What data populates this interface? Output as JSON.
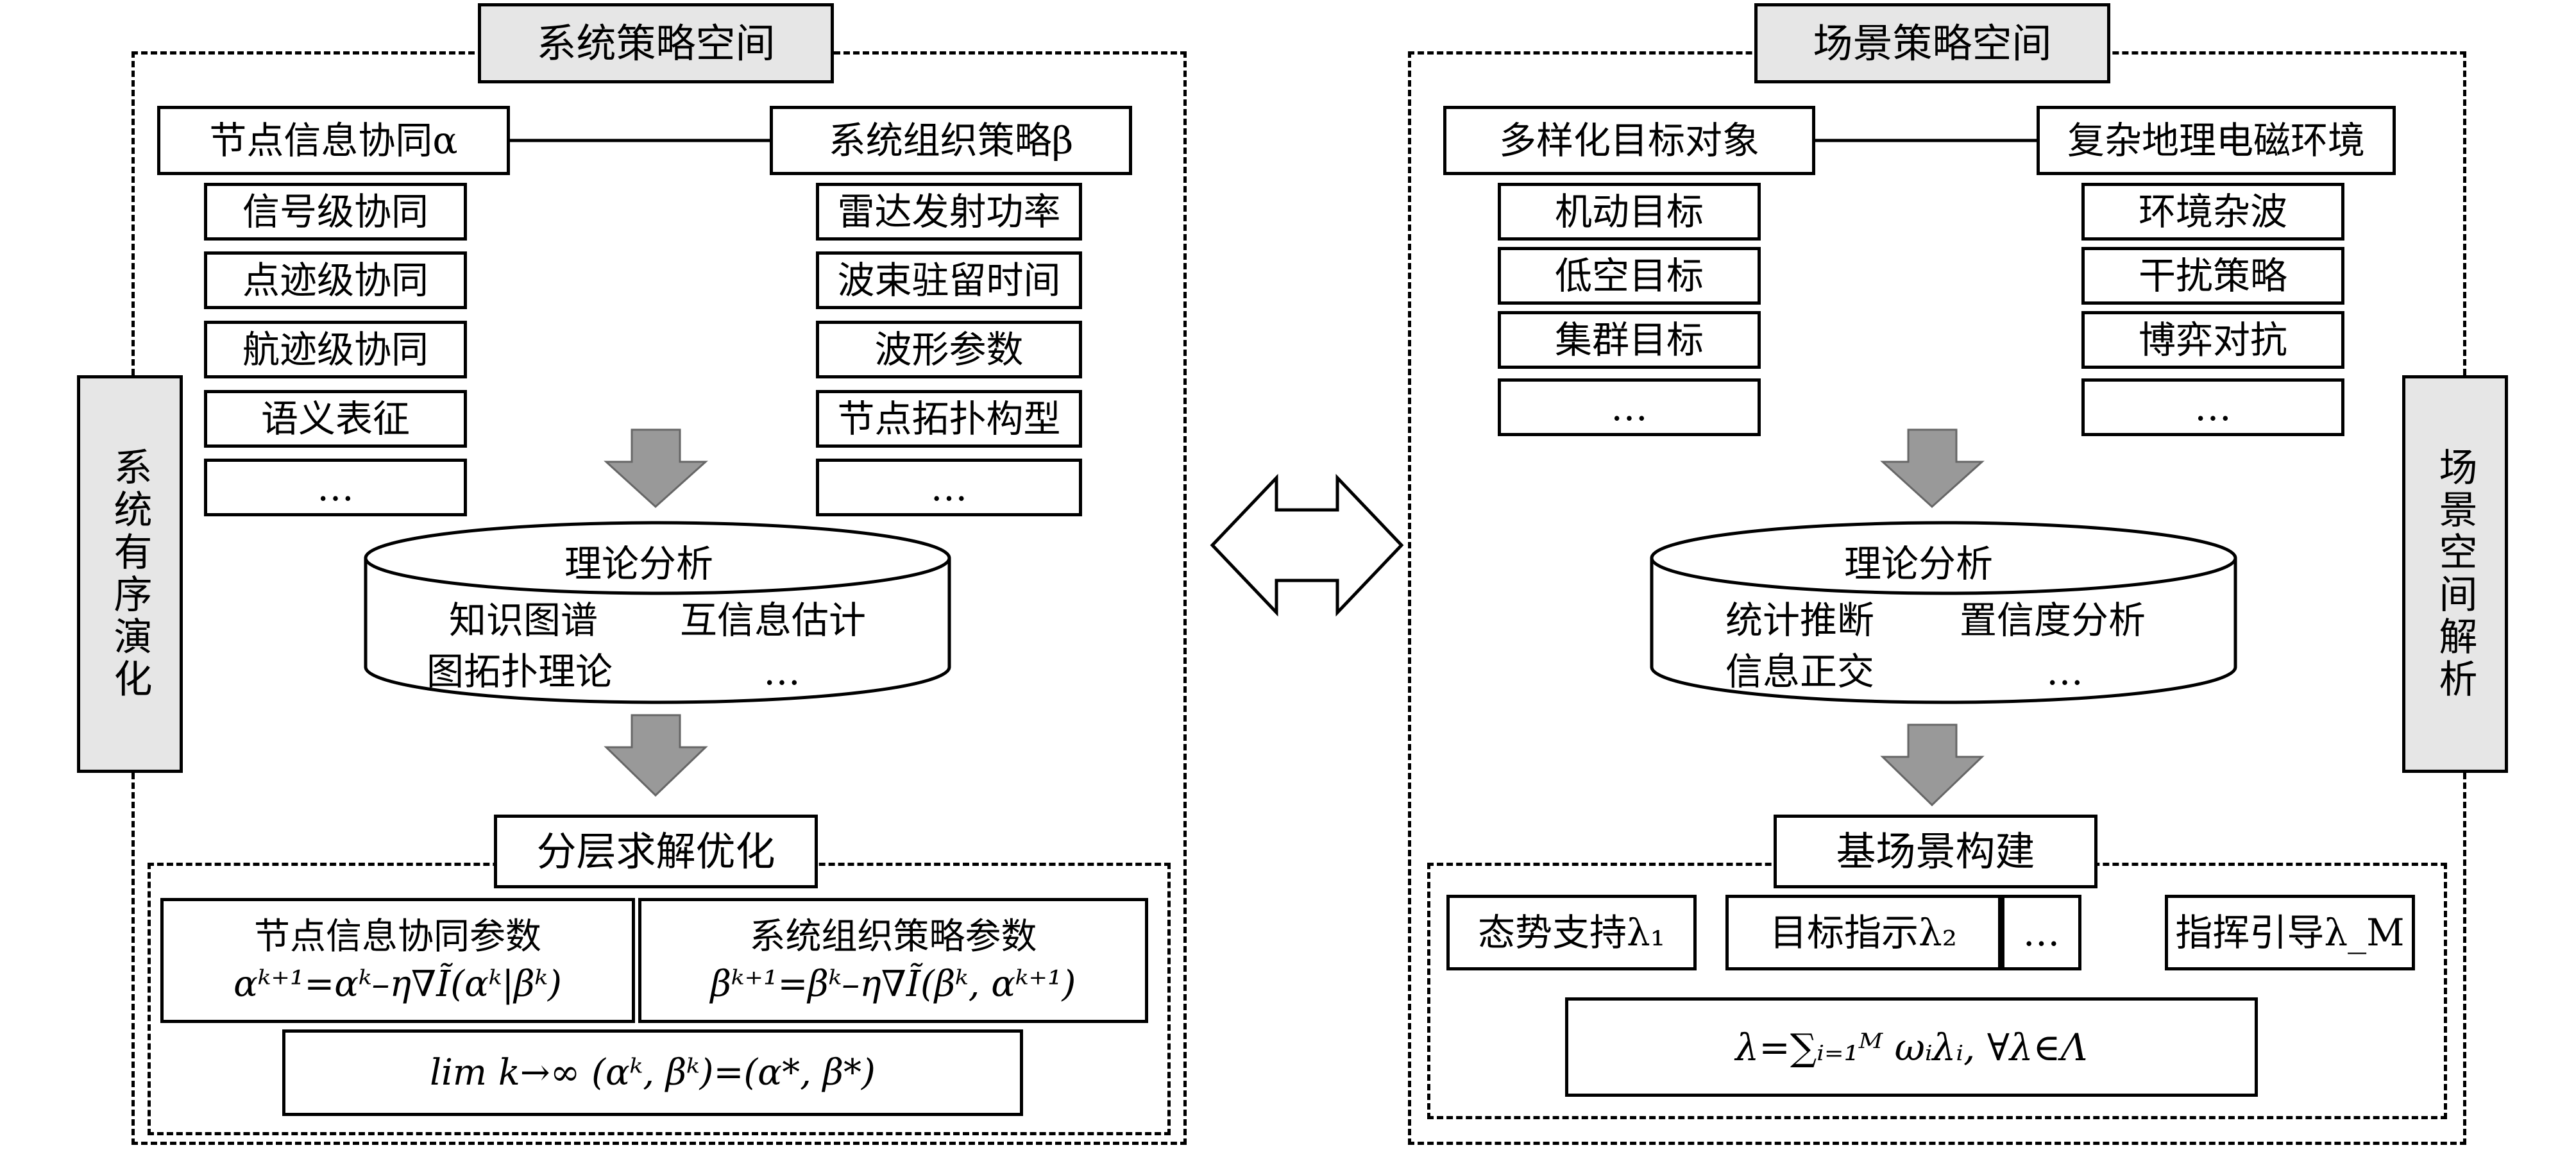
{
  "left": {
    "title": "系统策略空间",
    "side_label": "系统有序演化",
    "node_info": "节点信息协同α",
    "sys_org": "系统组织策略β",
    "node_items": [
      "信号级协同",
      "点迹级协同",
      "航迹级协同",
      "语义表征",
      "…"
    ],
    "sys_items": [
      "雷达发射功率",
      "波束驻留时间",
      "波形参数",
      "节点拓扑构型",
      "…"
    ],
    "analysis": {
      "title": "理论分析",
      "items": [
        "知识图谱",
        "互信息估计",
        "图拓扑理论",
        "…"
      ]
    },
    "optimize": "分层求解优化",
    "param1_title": "节点信息协同参数",
    "param1_formula": "αᵏ⁺¹=αᵏ–η∇Ĩ(αᵏ|βᵏ)",
    "param2_title": "系统组织策略参数",
    "param2_formula": "βᵏ⁺¹=βᵏ–η∇Ĩ(βᵏ, αᵏ⁺¹)",
    "limit_formula": "lim k→∞ (αᵏ, βᵏ)=(α*, β*)"
  },
  "right": {
    "title": "场景策略空间",
    "side_label": "场景空间解析",
    "targets": "多样化目标对象",
    "env": "复杂地理电磁环境",
    "target_items": [
      "机动目标",
      "低空目标",
      "集群目标",
      "…"
    ],
    "env_items": [
      "环境杂波",
      "干扰策略",
      "博弈对抗",
      "…"
    ],
    "analysis": {
      "title": "理论分析",
      "items": [
        "统计推断",
        "置信度分析",
        "信息正交",
        "…"
      ]
    },
    "build": "基场景构建",
    "bases": [
      "态势支持λ₁",
      "目标指示λ₂",
      "…",
      "指挥引导λ_M"
    ],
    "sum_formula": "λ=∑ᵢ₌₁ᴹ ωᵢλᵢ, ∀λ∈Λ"
  },
  "colors": {
    "panel_gray": "#e6e6e6",
    "arrow_gray": "#999999",
    "line": "#000000"
  }
}
